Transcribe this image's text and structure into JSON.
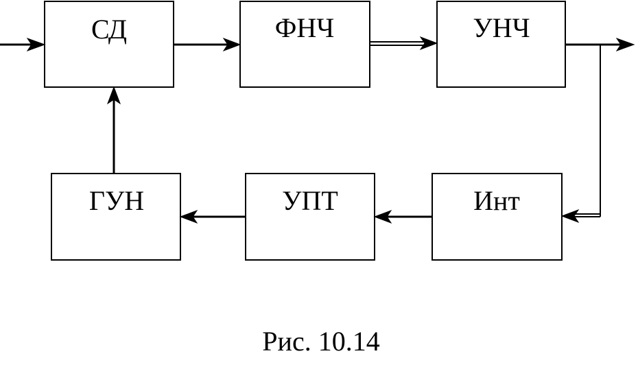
{
  "blocks": {
    "sd": "СД",
    "fnch": "ФНЧ",
    "unch": "УНЧ",
    "gun": "ГУН",
    "upt": "УПТ",
    "int": "Инт"
  },
  "caption": "Рис. 10.14"
}
